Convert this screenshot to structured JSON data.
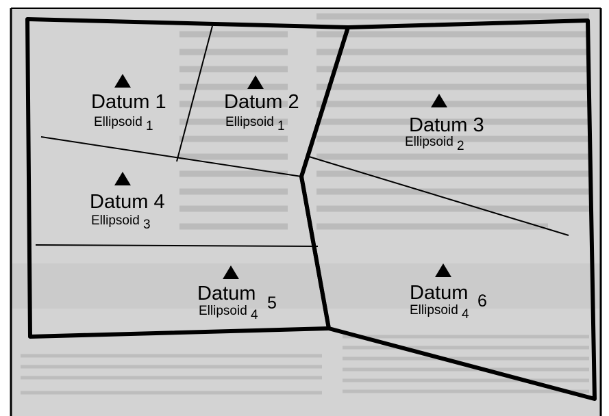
{
  "regions": [
    {
      "datum": "Datum",
      "number": "1",
      "ellipsoid": "Ellipsoid",
      "ellipsoid_number": "1"
    },
    {
      "datum": "Datum",
      "number": "2",
      "ellipsoid": "Ellipsoid",
      "ellipsoid_number": "1"
    },
    {
      "datum": "Datum",
      "number": "3",
      "ellipsoid": "Ellipsoid",
      "ellipsoid_number": "2"
    },
    {
      "datum": "Datum",
      "number": "4",
      "ellipsoid": "Ellipsoid",
      "ellipsoid_number": "3"
    },
    {
      "datum": "Datum",
      "number": "5",
      "ellipsoid": "Ellipsoid",
      "ellipsoid_number": "4"
    },
    {
      "datum": "Datum",
      "number": "6",
      "ellipsoid": "Ellipsoid",
      "ellipsoid_number": "4"
    }
  ],
  "colors": {
    "background": "#d3d3d3",
    "lines": "#000000",
    "faded_text": "#9a9a9a"
  }
}
